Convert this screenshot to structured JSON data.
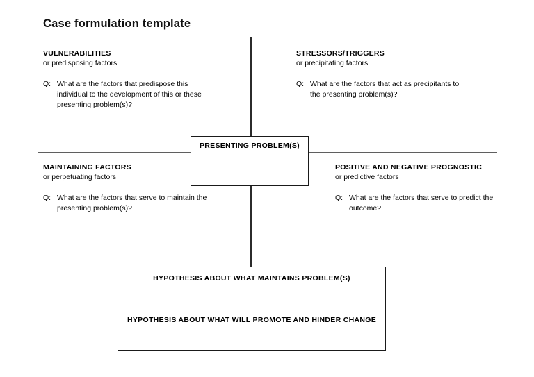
{
  "page": {
    "title": "Case formulation template"
  },
  "lines": {
    "vertical_top": "vertical-connector-top",
    "vertical_bottom": "vertical-connector-bottom",
    "horizontal_left": "horizontal-divider-left",
    "horizontal_right": "horizontal-divider-right"
  },
  "quadrants": [
    {
      "id": "vulnerabilities",
      "heading": "VULNERABILITIES",
      "subheading": "or predisposing factors",
      "question_label": "Q:",
      "question": "What are the factors that predispose this individual to the development of this or these presenting problem(s)?"
    },
    {
      "id": "stressors-triggers",
      "heading": "STRESSORS/TRIGGERS",
      "subheading": "or precipitating factors",
      "question_label": "Q:",
      "question": "What are the factors that act as precipitants to the presenting problem(s)?"
    },
    {
      "id": "maintaining-factors",
      "heading": "MAINTAINING FACTORS",
      "subheading": "or perpetuating factors",
      "question_label": "Q:",
      "question": "What are the factors that serve to maintain the presenting problem(s)?"
    },
    {
      "id": "positive-negative-prognostic",
      "heading": "POSITIVE AND NEGATIVE PROGNOSTIC",
      "subheading": "or predictive factors",
      "question_label": "Q:",
      "question": "What are the factors that serve to predict the outcome?"
    }
  ],
  "center_box": {
    "label": "PRESENTING PROBLEM(S)"
  },
  "hypothesis_box": {
    "maintains_label": "HYPOTHESIS ABOUT WHAT MAINTAINS PROBLEM(S)",
    "change_label": "HYPOTHESIS ABOUT WHAT WILL PROMOTE AND HINDER CHANGE"
  },
  "colors": {
    "text": "#000000",
    "box_border": "#1a1a1a",
    "vertical_line": "#2b2b2b",
    "horizontal_line": "#5f5f5f",
    "background": "#ffffff"
  }
}
